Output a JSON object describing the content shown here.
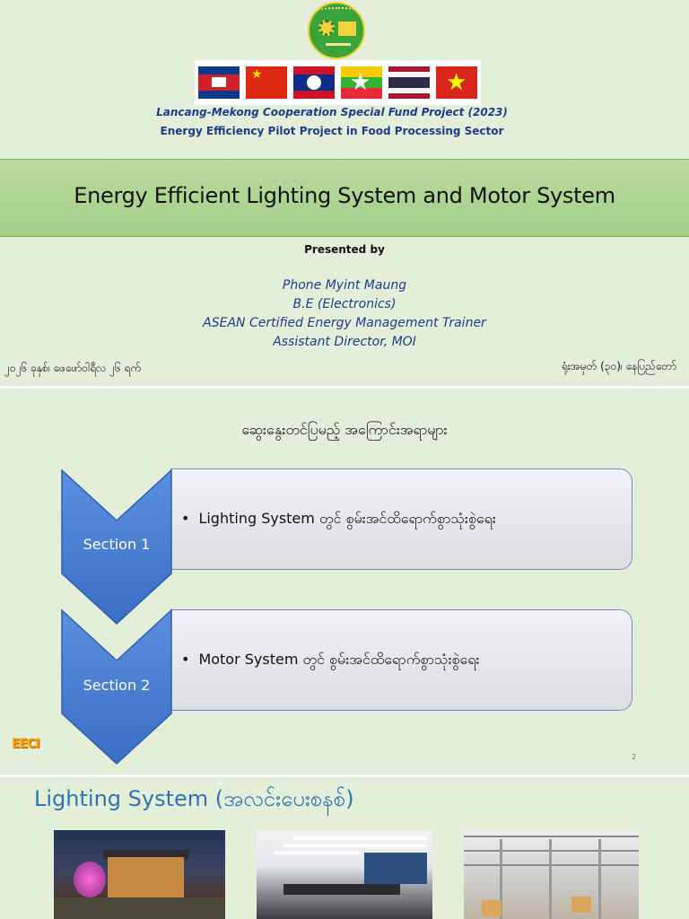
{
  "slide1": {
    "logo_icon": "ministry-of-industry-seal",
    "flags": [
      {
        "icon": "cambodia-flag"
      },
      {
        "icon": "china-flag"
      },
      {
        "icon": "laos-flag"
      },
      {
        "icon": "myanmar-flag"
      },
      {
        "icon": "thailand-flag"
      },
      {
        "icon": "vietnam-flag"
      }
    ],
    "subtitle1": "Lancang-Mekong Cooperation Special Fund Project (2023)",
    "subtitle2": "Energy Efficiency Pilot Project in Food Processing Sector",
    "title": "Energy Efficient  Lighting System and Motor System",
    "presented_by": "Presented by",
    "presenter_lines": [
      "Phone Myint Maung",
      "B.E (Electronics)",
      "ASEAN Certified Energy Management Trainer",
      "Assistant Director, MOI"
    ],
    "date_text": "၂၀၂၆ ခုနှစ်၊ ဖေဖော်ဝါရီလ ၂၆ ရက်",
    "venue_text": "ရုံးအမှတ် (၃၀)၊ နေပြည်တော်"
  },
  "slide2": {
    "heading": "ဆွေးနွေးတင်ပြမည့် အကြောင်းအရာများ",
    "sections": [
      {
        "label": "Section 1",
        "bullet": "•",
        "text": "Lighting System တွင် စွမ်းအင်ထိရောက်စွာသုံးစွဲရေး"
      },
      {
        "label": "Section 2",
        "bullet": "•",
        "text": "Motor System တွင် စွမ်းအင်ထိရောက်စွာသုံးစွဲရေး"
      }
    ],
    "logo_text": "EECI",
    "page_number": "2"
  },
  "slide3": {
    "title": "Lighting System (အလင်းပေးစနစ်)",
    "photos": [
      {
        "icon": "night-house-lighting-photo"
      },
      {
        "icon": "office-lighting-photo"
      },
      {
        "icon": "warehouse-lighting-photo"
      }
    ]
  },
  "colors": {
    "background": "#e4efd9",
    "title_band": "#a9d18e",
    "chevron": "#4a7fd4",
    "navy_text": "#1f3b8c",
    "heading_blue": "#2e74b5"
  }
}
